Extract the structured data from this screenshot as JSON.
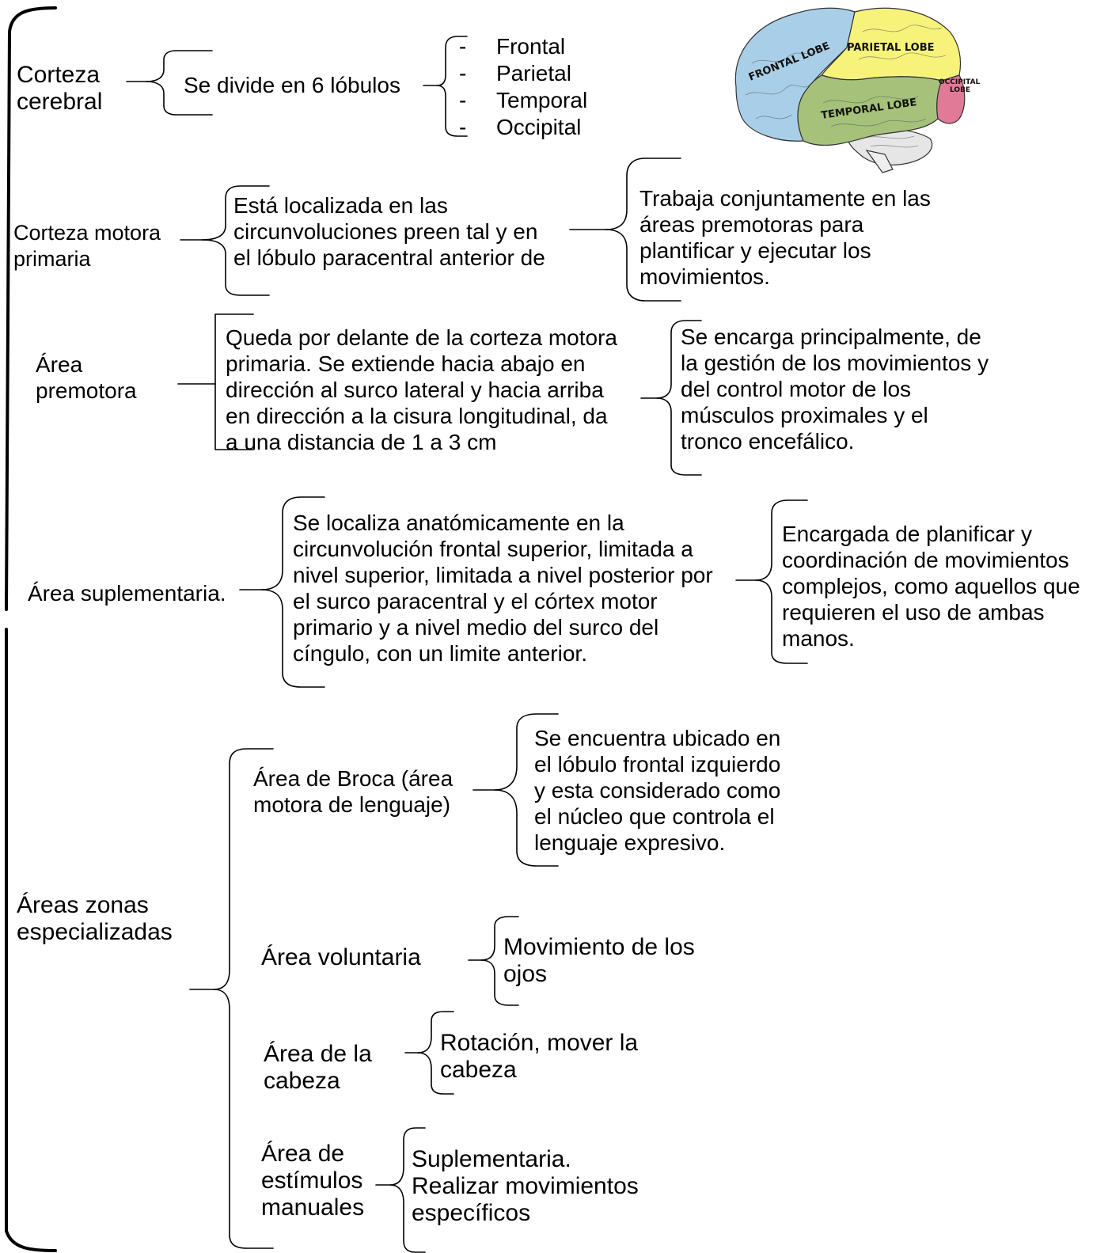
{
  "sections": {
    "corteza_cerebral": {
      "label": "Corteza\ncerebral",
      "division": "Se divide en 6 lóbulos",
      "lobes": [
        "Frontal",
        "Parietal",
        "Temporal",
        "Occipital"
      ],
      "list_marker": "-"
    },
    "corteza_motora": {
      "label": "Corteza motora\nprimaria",
      "location": "Está localizada en las\ncircunvoluciones preen tal y en\nel lóbulo paracentral anterior de",
      "function": "Trabaja conjuntamente en las\náreas premotoras para\nplantificar y ejecutar los\nmovimientos."
    },
    "area_premotora": {
      "label": "Área\npremotora",
      "location": "Queda por delante de la corteza motora\nprimaria. Se extiende hacia abajo en\ndirección al surco lateral y hacia arriba\nen dirección a la cisura longitudinal, da\na una distancia de 1 a 3 cm",
      "function": "Se encarga principalmente, de\nla gestión de los movimientos y\ndel control motor de los\nmúsculos proximales y el\ntronco encefálico."
    },
    "area_suplementaria": {
      "label": "Área suplementaria.",
      "location": "Se localiza anatómicamente en la\ncircunvolución frontal superior, limitada a\nnivel superior, limitada a nivel posterior por\nel surco paracentral y el córtex motor\nprimario y a nivel medio del surco del\ncíngulo, con un limite anterior.",
      "function": "Encargada de planificar y\ncoordinación de movimientos\ncomplejos, como aquellos que\nrequieren el uso de ambas\nmanos."
    },
    "areas_especializadas": {
      "label": "Áreas zonas\nespecializadas",
      "broca": {
        "label": "Área de Broca (área\nmotora de lenguaje)",
        "desc": "Se encuentra ubicado en\nel lóbulo frontal izquierdo\ny esta considerado como\nel núcleo que controla el\nlenguaje expresivo."
      },
      "voluntaria": {
        "label": "Área voluntaria",
        "desc": "Movimiento de los\nojos"
      },
      "cabeza": {
        "label": "Área de la\ncabeza",
        "desc": "Rotación, mover la\ncabeza"
      },
      "manuales": {
        "label": "Área de\nestímulos\nmanuales",
        "desc": "Suplementaria.\nRealizar movimientos\nespecíficos"
      }
    }
  },
  "brain_image": {
    "labels": {
      "frontal": "FRONTAL LOBE",
      "parietal": "PARIETAL LOBE",
      "temporal": "TEMPORAL LOBE",
      "occipital_1": "OCCIPITAL",
      "occipital_2": "LOBE"
    },
    "colors": {
      "frontal": "#a9cfe8",
      "parietal": "#f7f37a",
      "temporal": "#a6c27a",
      "occipital": "#e07a96",
      "cerebellum": "#e6e6e6"
    }
  }
}
